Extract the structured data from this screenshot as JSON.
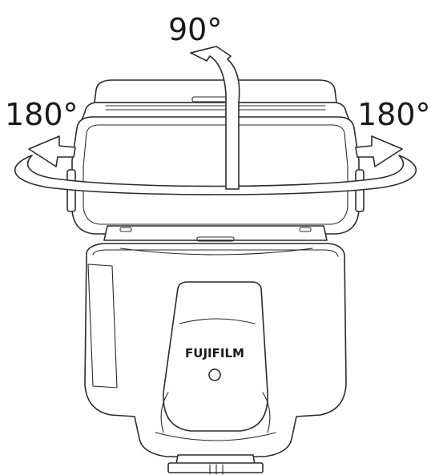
{
  "rotation_labels": {
    "top": "90°",
    "left": "180°",
    "right": "180°"
  },
  "brand_text": "FUJIFILM",
  "colors": {
    "line": "#2a2a2a",
    "background": "#ffffff"
  }
}
